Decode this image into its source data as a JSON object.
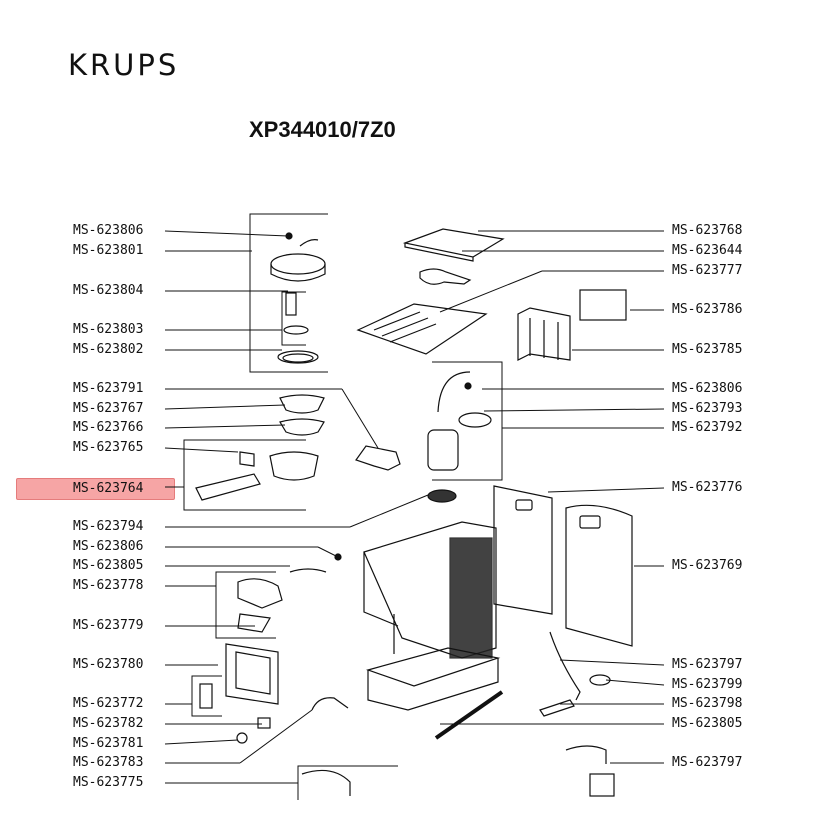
{
  "header": {
    "brand": "KRUPS",
    "model": "XP344010/7Z0"
  },
  "left_labels": [
    "MS-623806",
    "MS-623801",
    "MS-623804",
    "MS-623803",
    "MS-623802",
    "MS-623791",
    "MS-623767",
    "MS-623766",
    "MS-623765",
    "MS-623764",
    "MS-623794",
    "MS-623806",
    "MS-623805",
    "MS-623778",
    "MS-623779",
    "MS-623780",
    "MS-623772",
    "MS-623782",
    "MS-623781",
    "MS-623783",
    "MS-623775"
  ],
  "right_labels": [
    "MS-623768",
    "MS-623644",
    "MS-623777",
    "MS-623786",
    "MS-623785",
    "MS-623806",
    "MS-623793",
    "MS-623792",
    "MS-623776",
    "MS-623769",
    "MS-623797",
    "MS-623799",
    "MS-623798",
    "MS-623805",
    "MS-623797"
  ],
  "highlight": {
    "label_index": 9,
    "color": "#f6a5a5"
  }
}
